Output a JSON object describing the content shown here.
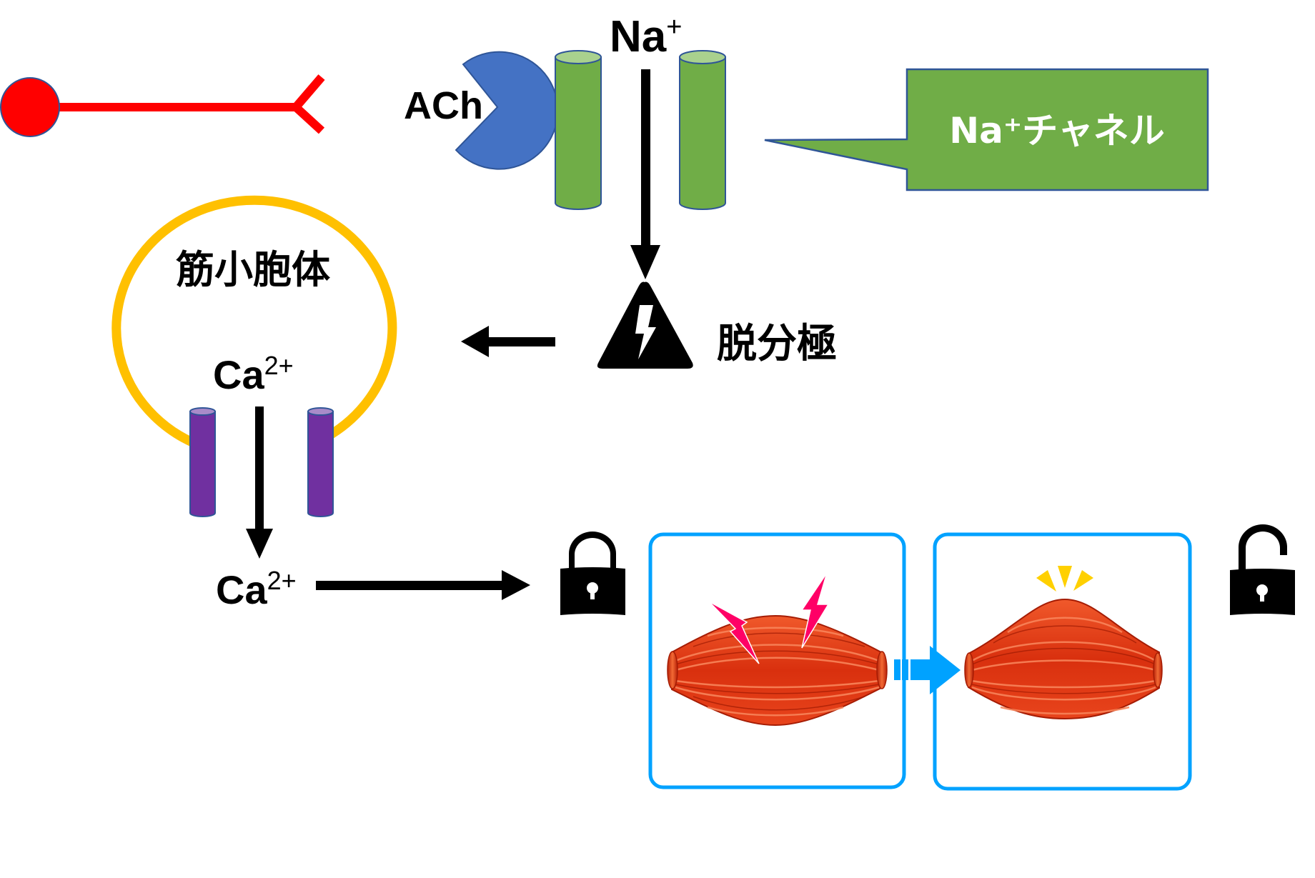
{
  "title": "Excitation-contraction coupling diagram",
  "colors": {
    "neuron": "#FF0000",
    "ach_receptor": "#4472C4",
    "na_channel": "#70AD47",
    "na_channel_top": "#A9D18E",
    "sr_membrane": "#FFC000",
    "ca_channel": "#7030A0",
    "ca_channel_top": "#A98BC9",
    "outline": "#2F5597",
    "arrow": "#000000",
    "panel_border": "#00A2FF",
    "muscle": "#E8431B",
    "stimulus_bolt": "#FF0066",
    "contraction_mark": "#FFD000"
  },
  "labels": {
    "ach": "ACh",
    "na_ion": "Na",
    "na_charge": "+",
    "na_channel_callout": "Na⁺チャネル",
    "depolarization": "脱分極",
    "sarcoplasmic_reticulum": "筋小胞体",
    "ca_ion": "Ca",
    "ca_charge": "2+"
  },
  "icons": {
    "motor_neuron": "neuron-terminal-icon",
    "receptor": "ach-receptor-icon",
    "warning": "high-voltage-warning-icon",
    "lock_closed": "lock-closed-icon",
    "lock_open": "lock-open-icon",
    "muscle_relaxed": "muscle-stimulated-icon",
    "muscle_contracted": "muscle-contracted-icon",
    "transition": "blue-arrow-icon"
  },
  "panels": [
    {
      "id": "stimulated",
      "description": "muscle receiving electrical stimulus"
    },
    {
      "id": "contracted",
      "description": "contracted muscle"
    }
  ]
}
